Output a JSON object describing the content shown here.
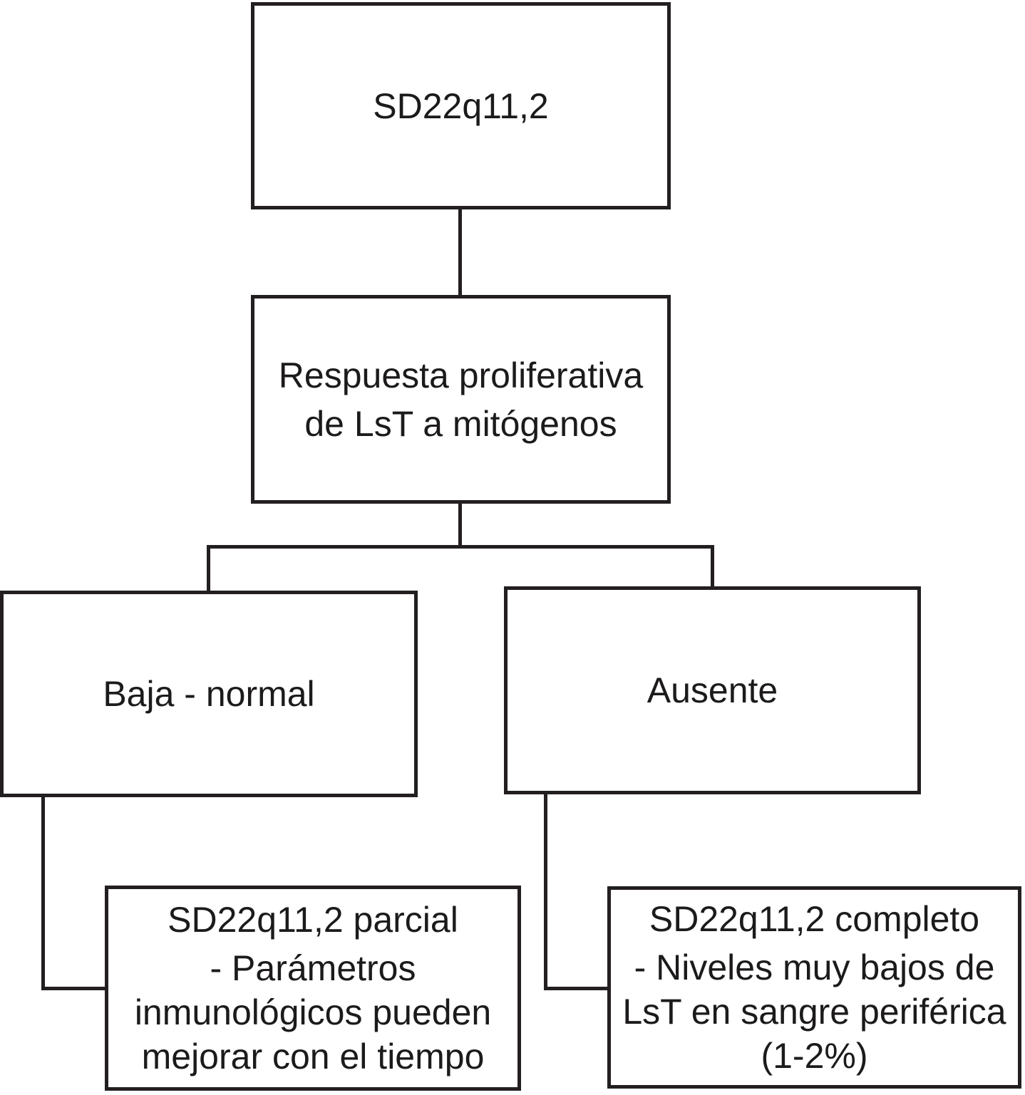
{
  "diagram": {
    "colors": {
      "line": "#231f20",
      "background": "#ffffff",
      "text": "#1c1a1b"
    },
    "nodes": {
      "root": {
        "label": "SD22q11,2"
      },
      "test": {
        "label": "Respuesta proliferativa\nde LsT a mitógenos"
      },
      "low_normal": {
        "label": "Baja - normal"
      },
      "absent": {
        "label": "Ausente"
      },
      "partial": {
        "title": "SD22q11,2 parcial",
        "body": "- Parámetros\ninmunológicos pueden\nmejorar con el tiempo"
      },
      "complete": {
        "title": "SD22q11,2 completo",
        "body": "- Niveles muy bajos de\nLsT en sangre periférica\n(1-2%)"
      }
    }
  }
}
